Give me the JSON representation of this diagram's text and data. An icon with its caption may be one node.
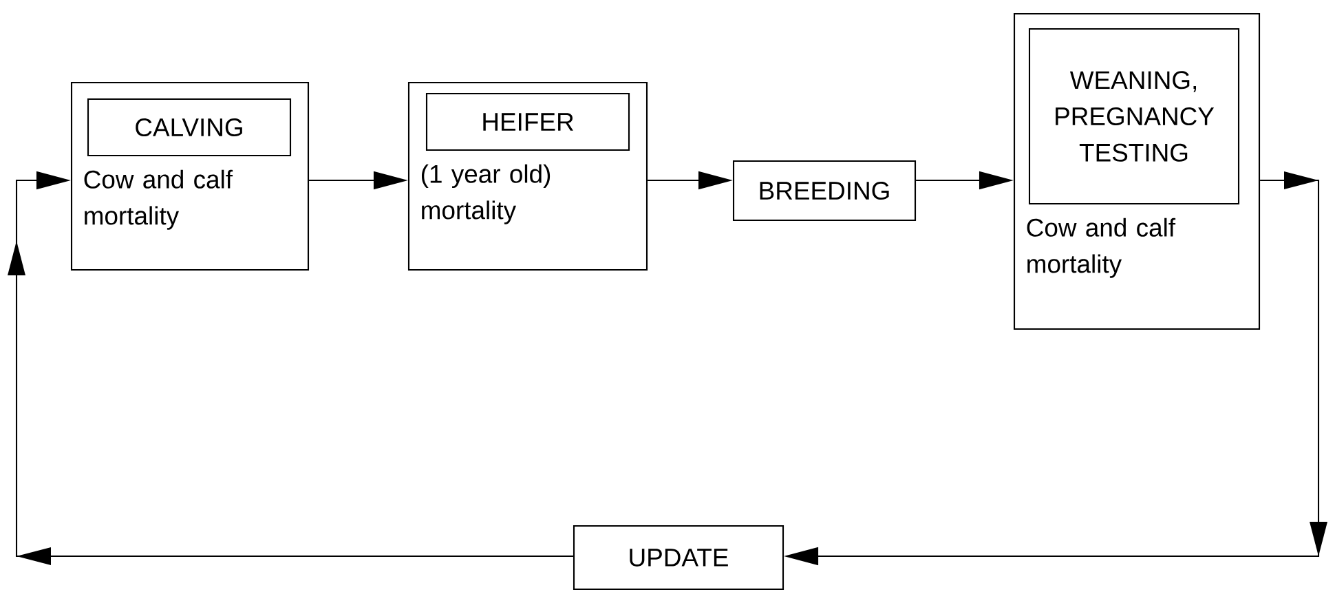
{
  "diagram": {
    "nodes": [
      {
        "text": [
          "Cow and calf mortality"
        ]
      },
      {
        "text": [
          "CALVING"
        ],
        "in": 0
      },
      {
        "text": [
          "(1 year old) mortality"
        ]
      },
      {
        "text": [
          "HEIFER"
        ],
        "in": 2
      },
      {
        "text": [
          "BREEDING"
        ]
      },
      {
        "text": [
          "Cow and calf mortality"
        ]
      },
      {
        "text": [
          "WEANING, PREGNANCY TESTING"
        ],
        "in": 5
      },
      {
        "text": [
          "UPDATE"
        ]
      }
    ],
    "edges": [
      {
        "from": 0,
        "to": 2,
        "arrow": "to"
      },
      {
        "from": 2,
        "to": 4,
        "arrow": "to"
      },
      {
        "from": 4,
        "to": 5,
        "arrow": "to"
      },
      {
        "from": 5,
        "to": 7,
        "arrow": "to"
      },
      {
        "from": 7,
        "to": 0,
        "arrow": "to"
      }
    ]
  }
}
